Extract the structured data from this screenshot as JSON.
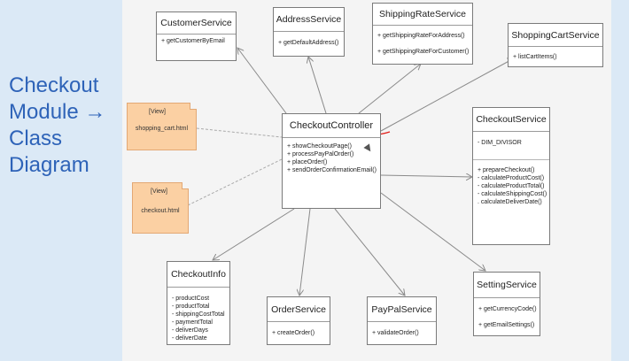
{
  "slide": {
    "title": "Checkout\nModule →\nClass\nDiagram"
  },
  "classes": {
    "customer_service": {
      "name": "CustomerService",
      "methods": [
        "+ getCustomerByEmail"
      ]
    },
    "address_service": {
      "name": "AddressService",
      "methods": [
        "+ getDefaultAddress()"
      ]
    },
    "shipping_rate_service": {
      "name": "ShippingRateService",
      "methods": [
        "+ getShippingRateForAddress()",
        "+ getShippingRateForCustomer()"
      ]
    },
    "shopping_cart_service": {
      "name": "ShoppingCartService",
      "methods": [
        "+ listCartItems()"
      ]
    },
    "checkout_controller": {
      "name": "CheckoutController",
      "methods": [
        "+ showCheckoutPage()",
        "+ processPayPalOrder()",
        "+ placeOrder()",
        "+ sendOrderConfirmationEmail()"
      ]
    },
    "checkout_service": {
      "name": "CheckoutService",
      "fields": [
        "- DIM_DIVISOR"
      ],
      "methods": [
        "+ prepareCheckout()",
        "- calculateProductCost()",
        "- calculateProductTotal()",
        "- calculateShippingCost()",
        ". calculateDeliverDate()"
      ]
    },
    "checkout_info": {
      "name": "CheckoutInfo",
      "fields": [
        "- productCost",
        "- productTotal",
        "- shippingCostTotal",
        "- paymentTotal",
        "- deliverDays",
        "- deliverDate"
      ]
    },
    "order_service": {
      "name": "OrderService",
      "methods": [
        "+ createOrder()"
      ]
    },
    "paypal_service": {
      "name": "PayPalService",
      "methods": [
        "+ validateOrder()"
      ]
    },
    "setting_service": {
      "name": "SettingService",
      "methods": [
        "+ getCurrencyCode()",
        "+ getEmailSettings()"
      ]
    }
  },
  "views": {
    "shopping_cart": {
      "stereotype": "[View]",
      "name": "shopping_cart.html"
    },
    "checkout": {
      "stereotype": "[View]",
      "name": "checkout.html"
    }
  },
  "colors": {
    "title": "#2e63b8",
    "note_fill": "#fbd0a3",
    "annotation": "#e0201b",
    "line": "#8a8a8a"
  }
}
